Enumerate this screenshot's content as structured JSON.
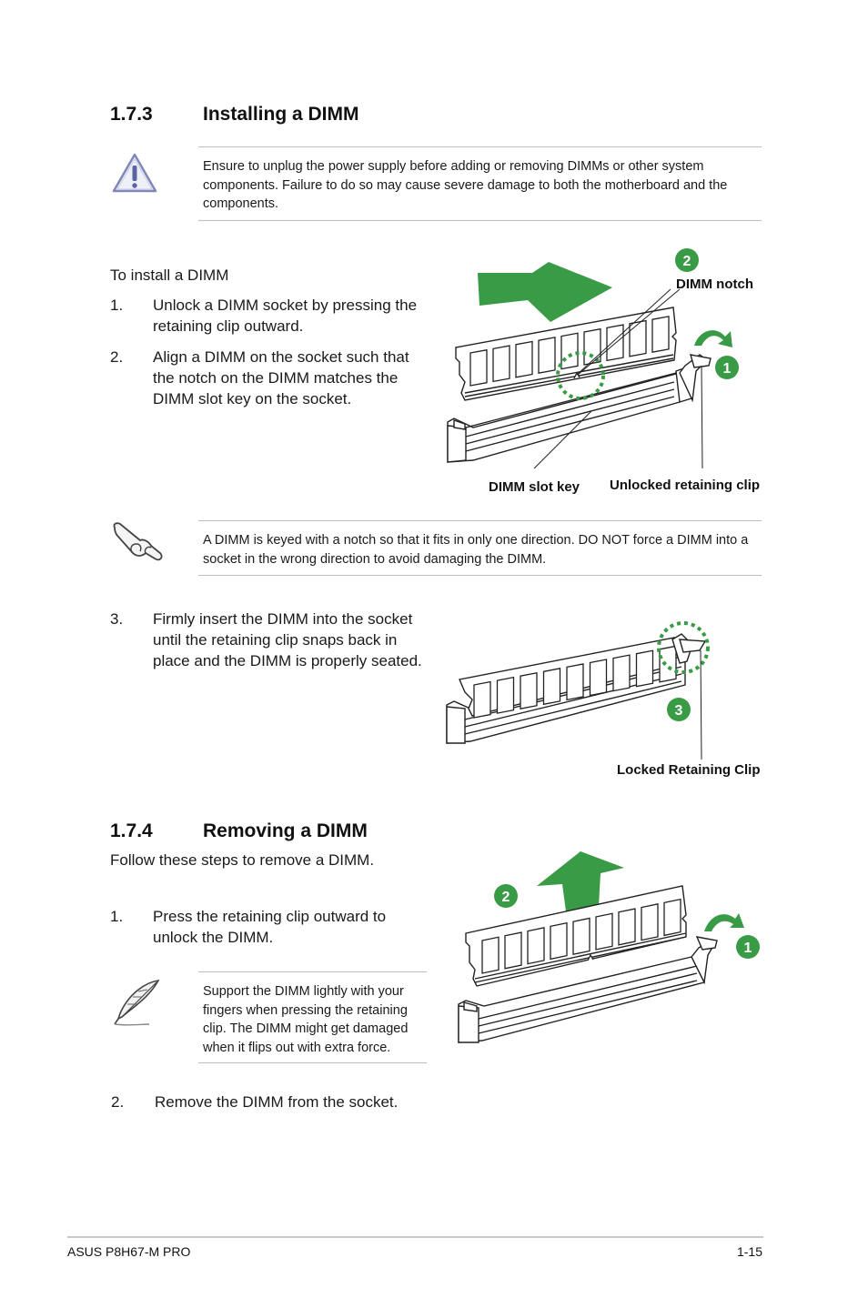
{
  "section_install": {
    "number": "1.7.3",
    "title": "Installing a DIMM",
    "warning": "Ensure to unplug the power supply before adding or removing DIMMs or other system components. Failure to do so may cause severe damage to both the motherboard and the components.",
    "intro": "To install a DIMM",
    "steps": [
      {
        "num": "1.",
        "text": "Unlock a DIMM socket by pressing the retaining clip outward."
      },
      {
        "num": "2.",
        "text": "Align a DIMM on the socket such that the notch on the DIMM matches the DIMM slot key on the socket."
      },
      {
        "num": "3.",
        "text": "Firmly insert the DIMM into the socket until the retaining clip snaps back in place and the DIMM is properly seated."
      }
    ],
    "note": "A DIMM is keyed with a notch so that it fits in only one direction. DO NOT force a DIMM into a socket in the wrong direction to avoid damaging the DIMM.",
    "figure1": {
      "callout_1": "1",
      "callout_2": "2",
      "label_notch": "DIMM notch",
      "label_slot_key": "DIMM slot key",
      "label_unlocked_clip": "Unlocked retaining clip"
    },
    "figure2": {
      "callout_3": "3",
      "label_locked_clip": "Locked Retaining Clip"
    }
  },
  "section_remove": {
    "number": "1.7.4",
    "title": "Removing a DIMM",
    "intro": "Follow these steps to remove a DIMM.",
    "steps": [
      {
        "num": "1.",
        "text": "Press the retaining clip outward to unlock the DIMM."
      },
      {
        "num": "2.",
        "text": "Remove the DIMM from the socket."
      }
    ],
    "note": "Support the DIMM lightly with your fingers when pressing the retaining clip. The DIMM might get damaged when it flips out with extra force.",
    "figure3": {
      "callout_1": "1",
      "callout_2": "2"
    }
  },
  "footer": {
    "left": "ASUS P8H67-M PRO",
    "right": "1-15"
  },
  "colors": {
    "accent_green": "#3a9b46",
    "rule_gray": "#bdbdbd"
  },
  "icons": {
    "warning": "warning-triangle-icon",
    "note_hand": "pointing-hand-icon",
    "note_quill": "quill-pen-icon"
  }
}
